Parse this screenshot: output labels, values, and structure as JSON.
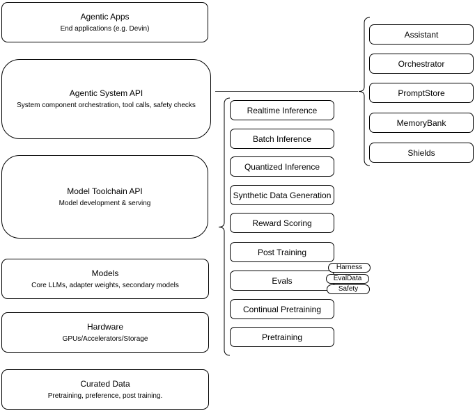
{
  "stack": [
    {
      "title": "Agentic Apps",
      "subtitle": "End applications (e.g. Devin)"
    },
    {
      "title": "Agentic System API",
      "subtitle": "System component orchestration, tool calls, safety checks"
    },
    {
      "title": "Model Toolchain API",
      "subtitle": "Model development & serving"
    },
    {
      "title": "Models",
      "subtitle": "Core LLMs, adapter weights, secondary models"
    },
    {
      "title": "Hardware",
      "subtitle": "GPUs/Accelerators/Storage"
    },
    {
      "title": "Curated Data",
      "subtitle": "Pretraining, preference, post training."
    }
  ],
  "toolchain_items": [
    "Realtime Inference",
    "Batch Inference",
    "Quantized Inference",
    "Synthetic Data Generation",
    "Reward Scoring",
    "Post Training",
    "Evals",
    "Continual Pretraining",
    "Pretraining"
  ],
  "evals_tags": [
    "Harness",
    "EvalData",
    "Safety"
  ],
  "system_components": [
    "Assistant",
    "Orchestrator",
    "PromptStore",
    "MemoryBank",
    "Shields"
  ],
  "colors": {
    "stroke": "#000000",
    "background": "#ffffff",
    "text": "#000000"
  }
}
